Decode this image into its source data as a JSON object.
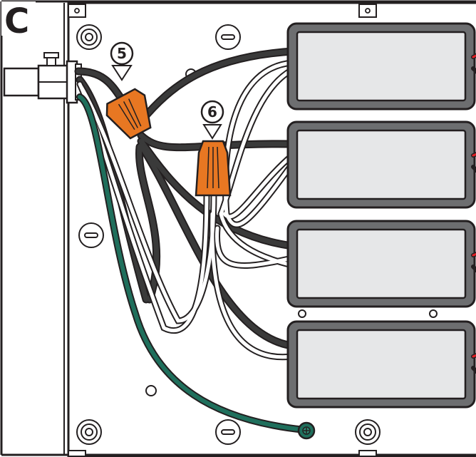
{
  "panel": {
    "letter": "C"
  },
  "callouts": [
    {
      "number": "5"
    },
    {
      "number": "6"
    }
  ],
  "colors": {
    "background": "#ffffff",
    "outline": "#231f20",
    "panel_fill": "#f0f0f0",
    "hot_wire": "#2b2b2b",
    "neutral_wire": "#ffffff",
    "ground_wire": "#1f6f5c",
    "wire_nut": "#e87722",
    "driver_body": "#6d6e70",
    "driver_face": "#e6e7e8",
    "driver_lead": "#e31e24"
  },
  "icons": [
    "wire-nut-icon",
    "ground-screw-icon",
    "conduit-fitting-icon",
    "knockout-icon",
    "mounting-hole-icon"
  ]
}
